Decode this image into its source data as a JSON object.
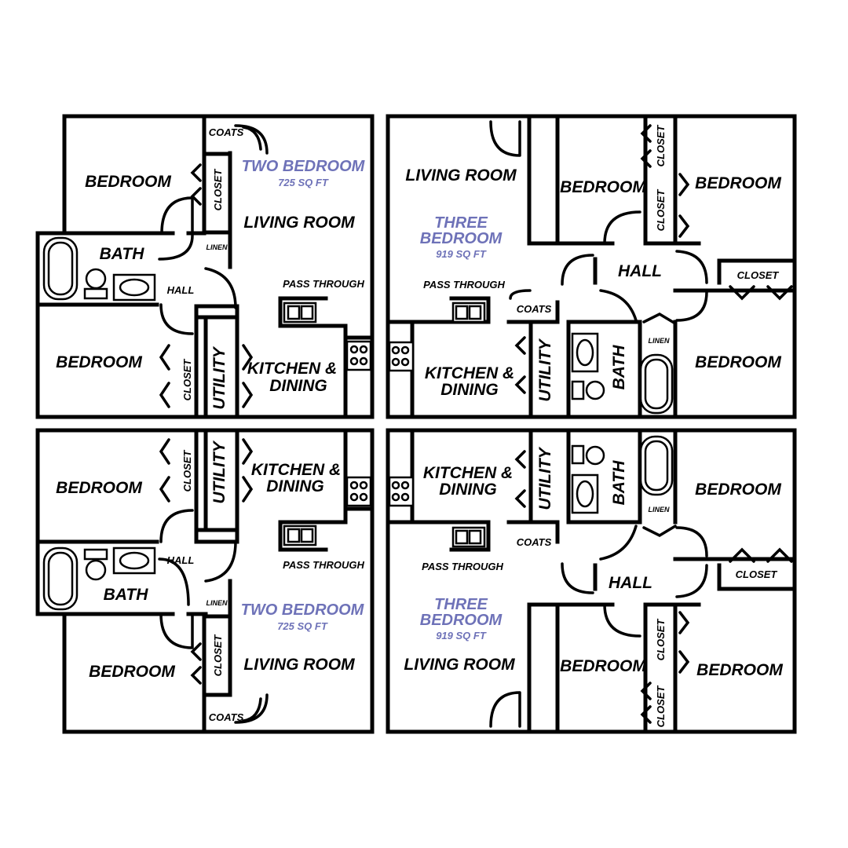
{
  "colors": {
    "wall": "#000000",
    "unit_label": "#6e72b8",
    "background": "#ffffff"
  },
  "plans": {
    "two_top": {
      "title": "TWO BEDROOM",
      "area": "725 SQ FT",
      "bedroom_a": "BEDROOM",
      "bedroom_b": "BEDROOM",
      "bath": "BATH",
      "hall": "HALL",
      "closet_a": "CLOSET",
      "closet_b": "CLOSET",
      "coats": "COATS",
      "linen": "LINEN",
      "living": "LIVING ROOM",
      "pass_through": "PASS THROUGH",
      "kitchen_1": "KITCHEN &",
      "kitchen_2": "DINING",
      "utility": "UTILITY"
    },
    "three_top": {
      "title_1": "THREE",
      "title_2": "BEDROOM",
      "area": "919 SQ FT",
      "living": "LIVING ROOM",
      "bedroom_a": "BEDROOM",
      "bedroom_b": "BEDROOM",
      "bedroom_c": "BEDROOM",
      "closet_a": "CLOSET",
      "closet_b": "CLOSET",
      "closet_c": "CLOSET",
      "hall": "HALL",
      "pass_through": "PASS THROUGH",
      "coats": "COATS",
      "linen": "LINEN",
      "kitchen_1": "KITCHEN &",
      "kitchen_2": "DINING",
      "utility": "UTILITY",
      "bath": "BATH"
    },
    "two_bottom": {
      "title": "TWO BEDROOM",
      "area": "725 SQ FT",
      "bedroom_a": "BEDROOM",
      "bedroom_b": "BEDROOM",
      "bath": "BATH",
      "hall": "HALL",
      "closet_a": "CLOSET",
      "closet_b": "CLOSET",
      "coats": "COATS",
      "linen": "LINEN",
      "living": "LIVING ROOM",
      "pass_through": "PASS THROUGH",
      "kitchen_1": "KITCHEN &",
      "kitchen_2": "DINING",
      "utility": "UTILITY"
    },
    "three_bottom": {
      "title_1": "THREE",
      "title_2": "BEDROOM",
      "area": "919 SQ FT",
      "living": "LIVING ROOM",
      "bedroom_a": "BEDROOM",
      "bedroom_b": "BEDROOM",
      "bedroom_c": "BEDROOM",
      "closet_a": "CLOSET",
      "closet_b": "CLOSET",
      "closet_c": "CLOSET",
      "hall": "HALL",
      "pass_through": "PASS THROUGH",
      "coats": "COATS",
      "linen": "LINEN",
      "kitchen_1": "KITCHEN &",
      "kitchen_2": "DINING",
      "utility": "UTILITY",
      "bath": "BATH"
    }
  }
}
